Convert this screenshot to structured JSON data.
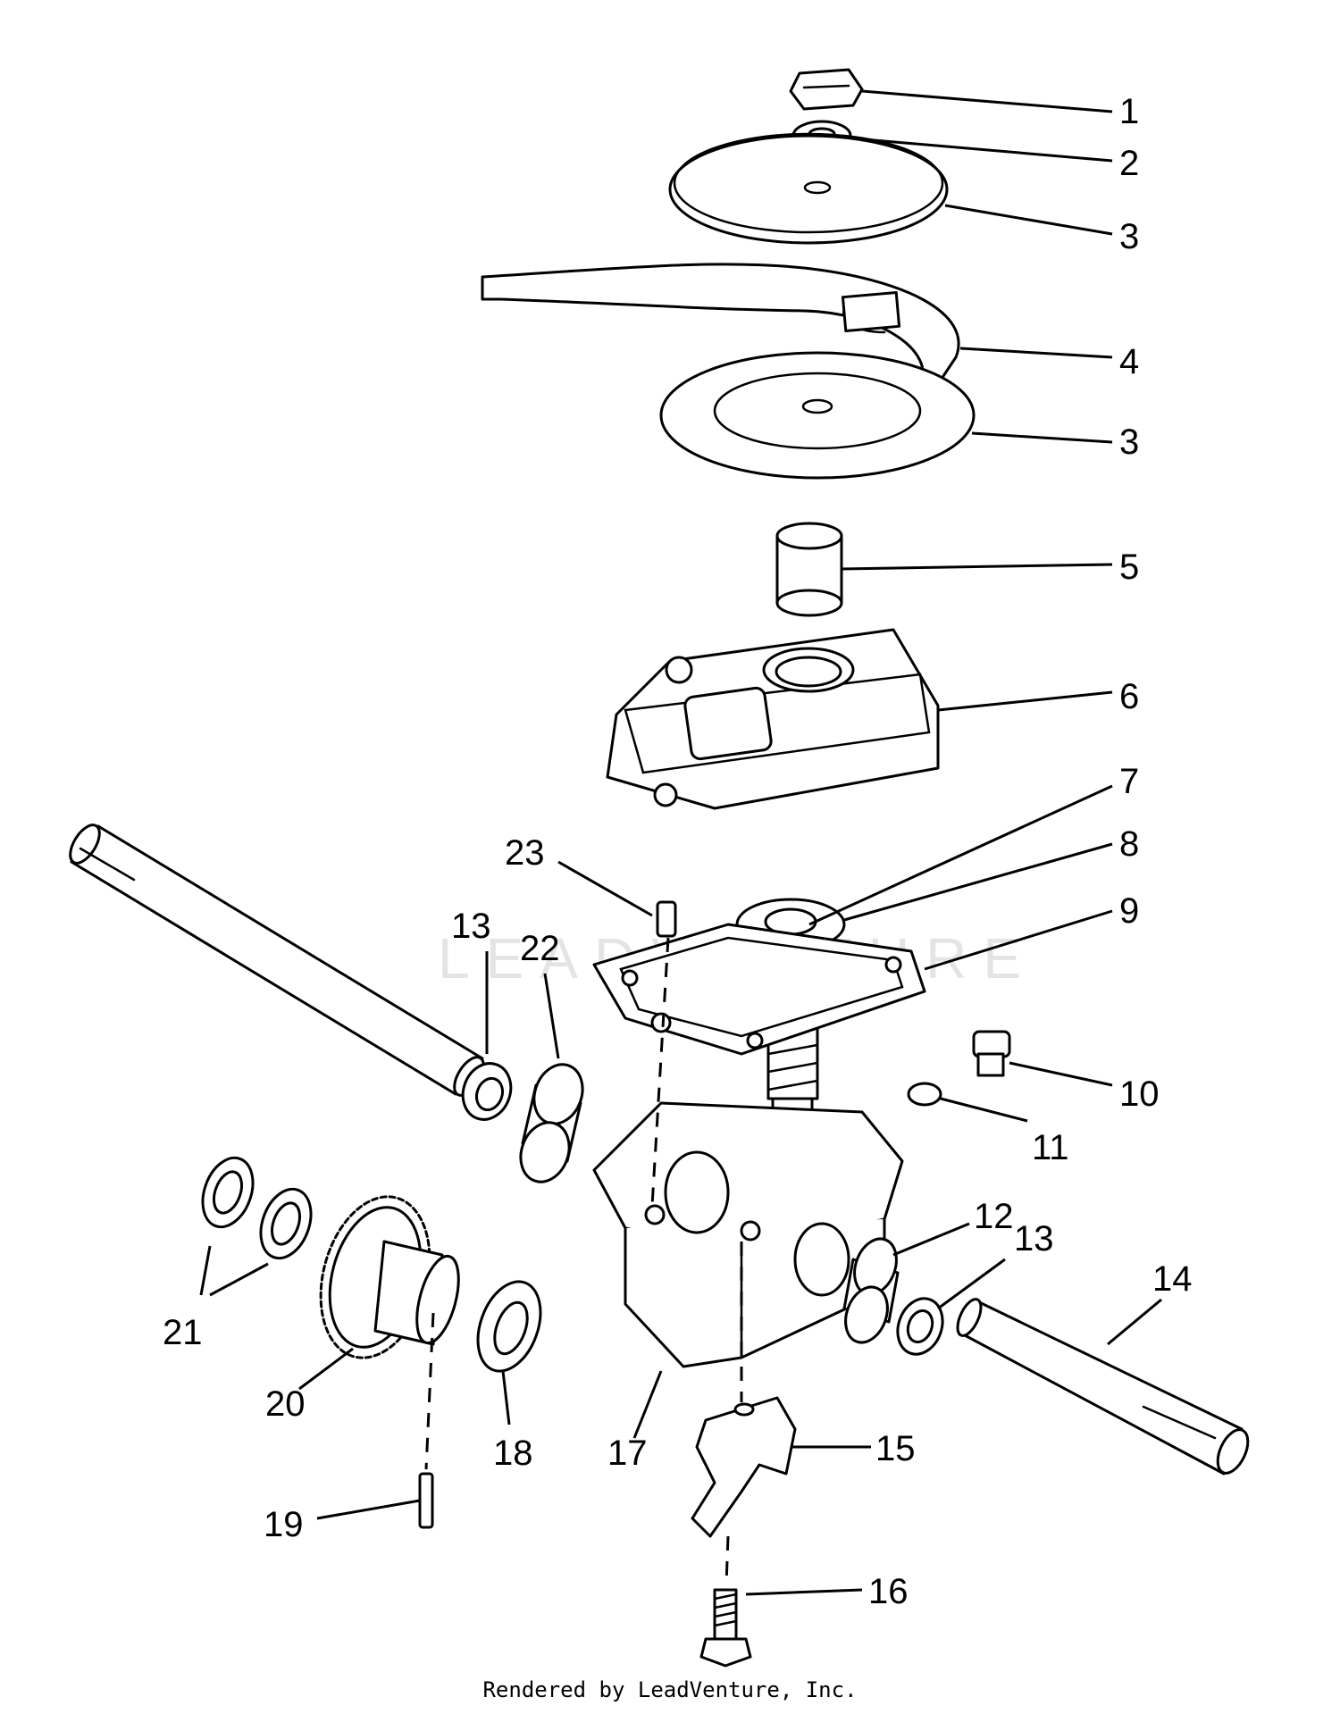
{
  "diagram": {
    "callouts": [
      "1",
      "2",
      "3",
      "3",
      "4",
      "5",
      "6",
      "7",
      "8",
      "9",
      "10",
      "11",
      "12",
      "13",
      "13",
      "14",
      "15",
      "16",
      "17",
      "18",
      "19",
      "20",
      "21",
      "22",
      "23"
    ],
    "watermark": "LEADVENTURE",
    "footer": "Rendered by LeadVenture, Inc."
  }
}
